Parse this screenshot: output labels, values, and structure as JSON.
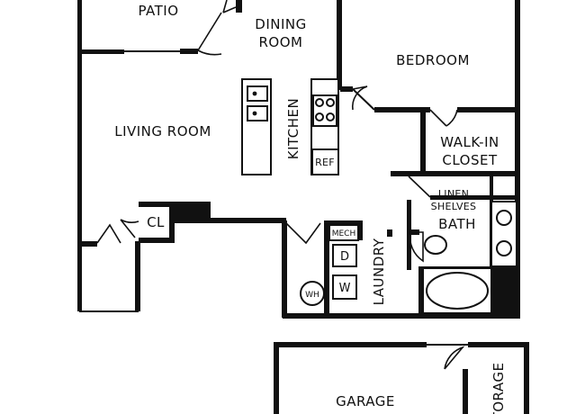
{
  "rooms": {
    "patio": "PATIO",
    "dining_line1": "DINING",
    "dining_line2": "ROOM",
    "bedroom": "BEDROOM",
    "living_room": "LIVING ROOM",
    "kitchen": "KITCHEN",
    "walkin_line1": "WALK-IN",
    "walkin_line2": "CLOSET",
    "linen_line1": "LINEN",
    "linen_line2": "SHELVES",
    "bath": "BATH",
    "closet": "CL",
    "laundry": "LAUNDRY",
    "garage": "GARAGE",
    "storage": "STORAGE"
  },
  "appliances": {
    "refrigerator": "REF",
    "mechanical": "MECH",
    "dryer": "D",
    "washer": "W",
    "water_heater": "WH"
  }
}
